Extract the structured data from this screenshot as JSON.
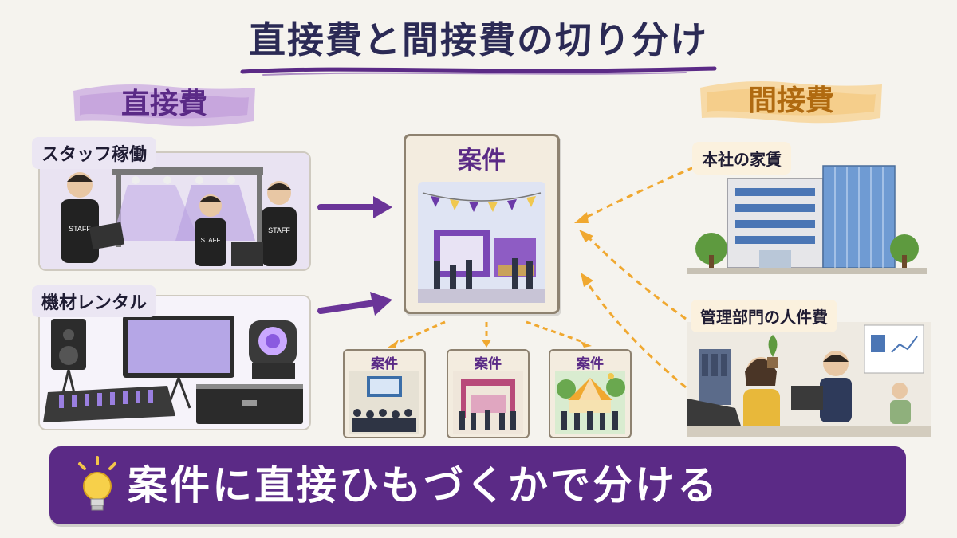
{
  "title": "直接費と間接費の切り分け",
  "direct": {
    "heading": "直接費",
    "items": [
      {
        "label": "スタッフ稼働",
        "shirt_text": "STAFF"
      },
      {
        "label": "機材レンタル"
      }
    ]
  },
  "project": {
    "label": "案件",
    "sub_projects": [
      "案件",
      "案件",
      "案件"
    ]
  },
  "indirect": {
    "heading": "間接費",
    "items": [
      {
        "label": "本社の家賃"
      },
      {
        "label": "管理部門の人件費"
      }
    ]
  },
  "banner": {
    "text": "案件に直接ひもづくかで分ける",
    "icon": "lightbulb-icon"
  },
  "colors": {
    "purple": "#5b2a86",
    "orange": "#f0a830",
    "navy": "#2b2a55"
  }
}
